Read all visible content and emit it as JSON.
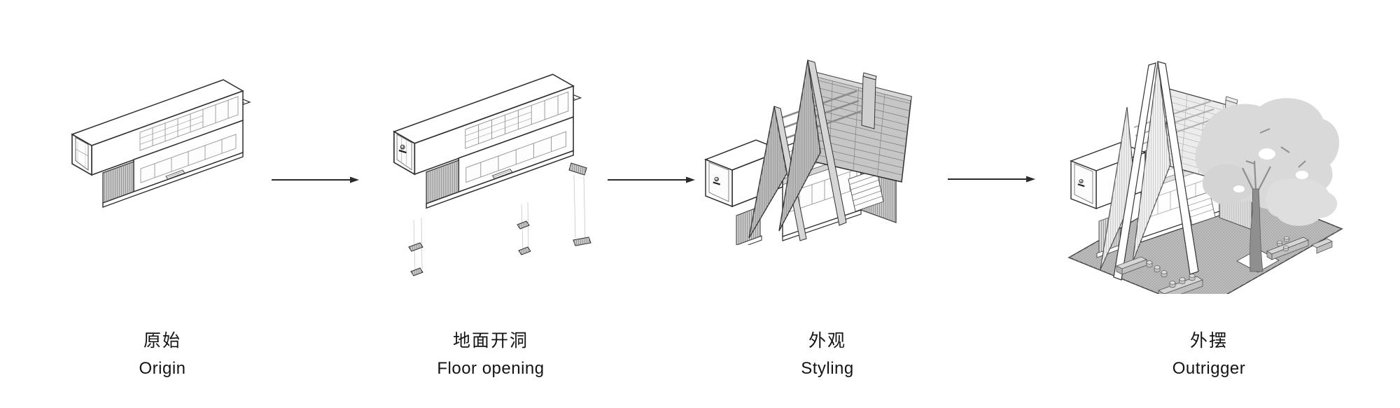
{
  "diagram": {
    "type": "architectural-process-diagram",
    "steps": [
      {
        "key": "origin",
        "label_zh": "原始",
        "label_en": "Origin"
      },
      {
        "key": "floor-opening",
        "label_zh": "地面开洞",
        "label_en": "Floor opening"
      },
      {
        "key": "styling",
        "label_zh": "外观",
        "label_en": "Styling"
      },
      {
        "key": "outrigger",
        "label_zh": "外摆",
        "label_en": "Outrigger"
      }
    ],
    "arrow_count": 3,
    "colors": {
      "background": "#ffffff",
      "line": "#2e2e2e",
      "panel_gray": "#c6c6c6",
      "wall_gray": "#c9c9c9",
      "ground_gray": "#bdbdbd",
      "foliage_gray": "#d9d9d9",
      "text": "#141414"
    }
  }
}
